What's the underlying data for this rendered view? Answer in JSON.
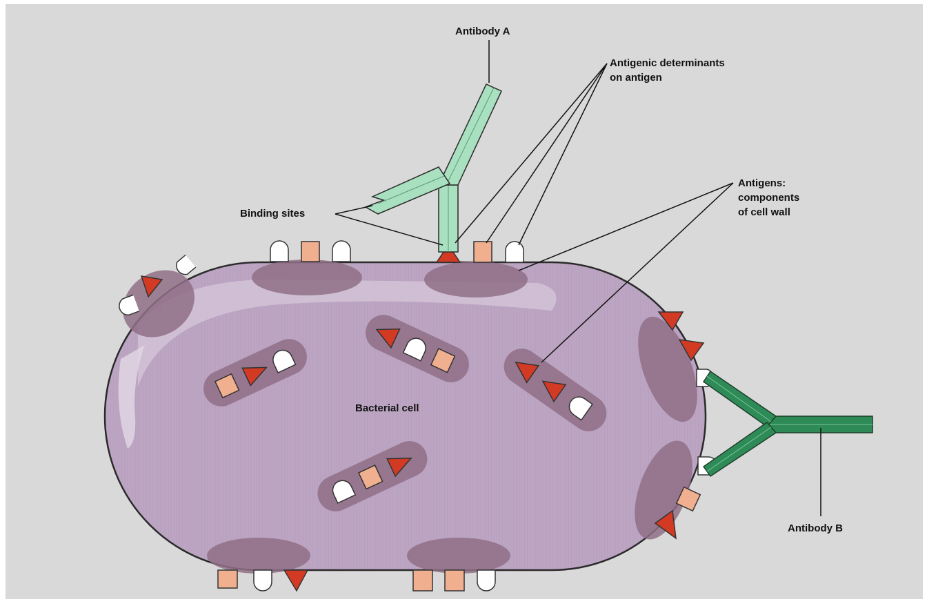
{
  "labels": {
    "antibody_a": "Antibody A",
    "antigenic_determinants_line1": "Antigenic determinants",
    "antigenic_determinants_line2": "on antigen",
    "antigens_line1": "Antigens:",
    "antigens_line2": "components",
    "antigens_line3": "of cell wall",
    "binding_sites": "Binding sites",
    "bacterial_cell": "Bacterial cell",
    "antibody_b": "Antibody B"
  },
  "colors": {
    "background": "#d9d9d9",
    "cell_fill": "#bfa8c4",
    "cell_outline": "#2a2a2a",
    "antigen_patch": "#8f6f86",
    "antibody_a": "#a8e0c0",
    "antibody_b": "#2e8b57",
    "triangle_determinant": "#d23a24",
    "square_determinant": "#f0b090",
    "round_determinant": "#ffffff"
  }
}
